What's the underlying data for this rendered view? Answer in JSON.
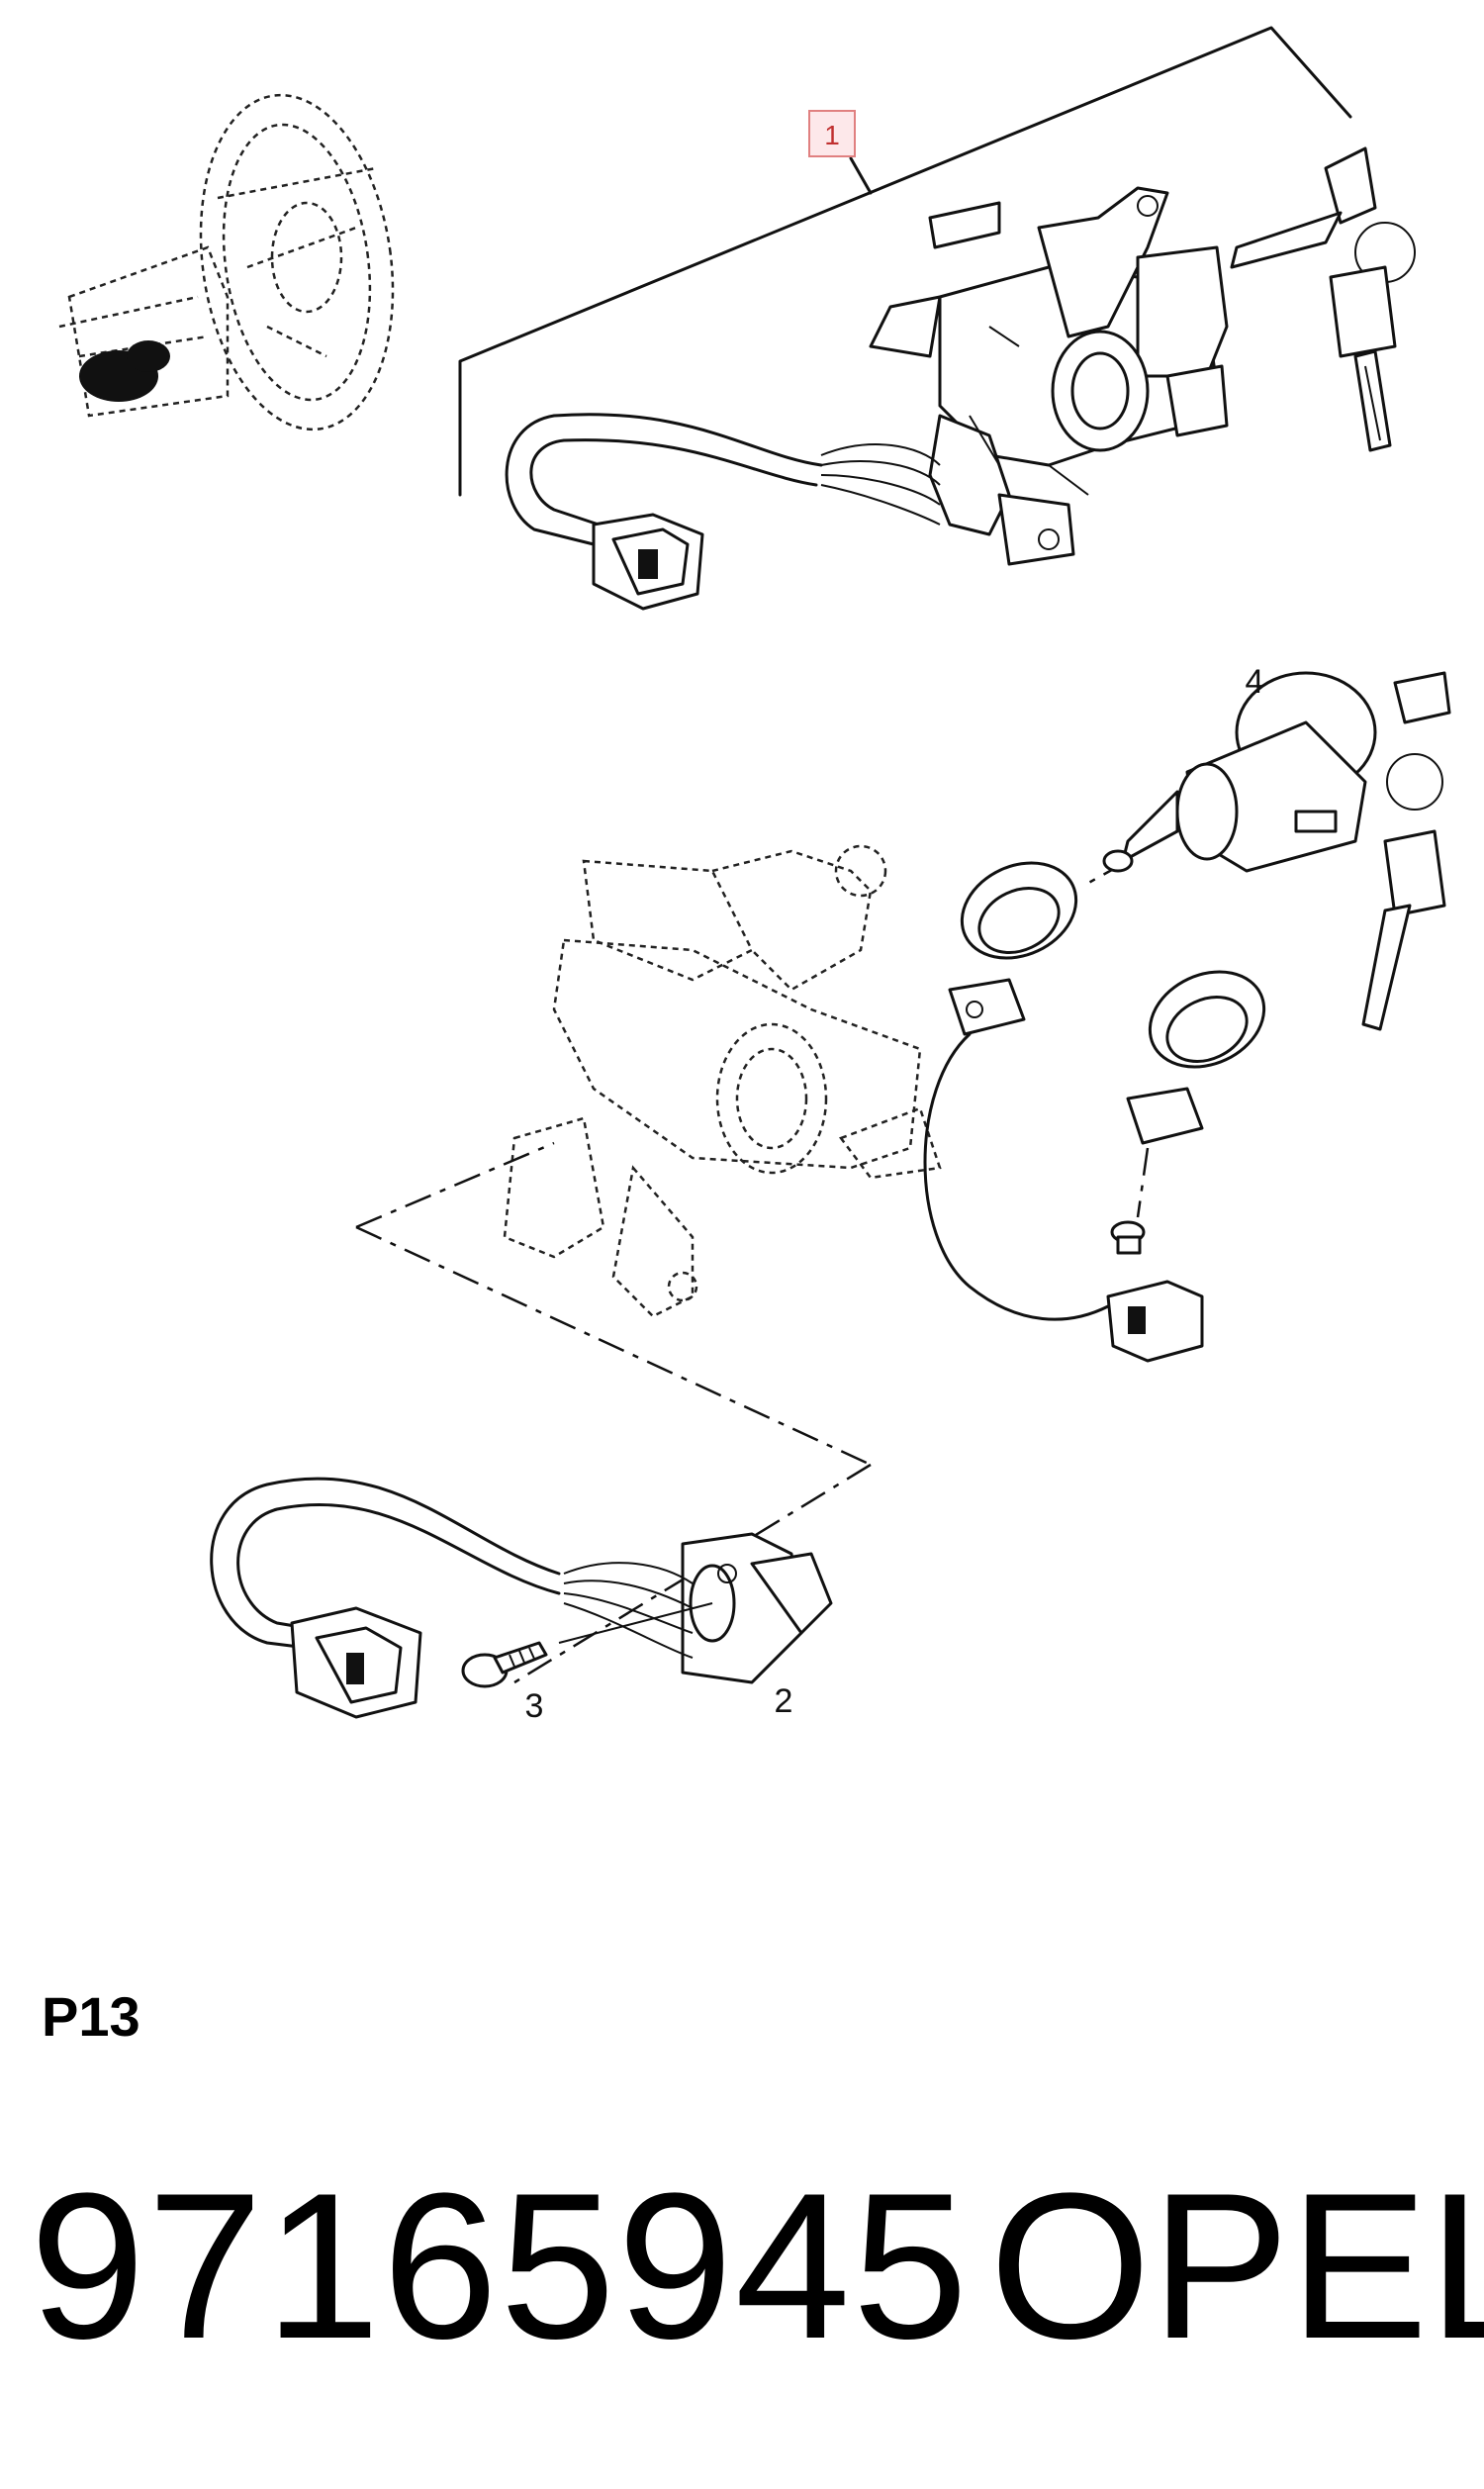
{
  "callouts": {
    "c1": "1",
    "c2": "2",
    "c3": "3",
    "c4": "4"
  },
  "footer": {
    "code": "P13",
    "part_number": "97165945",
    "brand": "OPEL"
  },
  "colors": {
    "callout_box_border": "#e08080",
    "callout_box_fill": "#fde8ea",
    "line": "#111111"
  },
  "icons": [
    "steering-wheel-icon",
    "ignition-switch-icon",
    "key-icon",
    "lock-cylinder-icon",
    "connector-icon",
    "screw-icon"
  ]
}
